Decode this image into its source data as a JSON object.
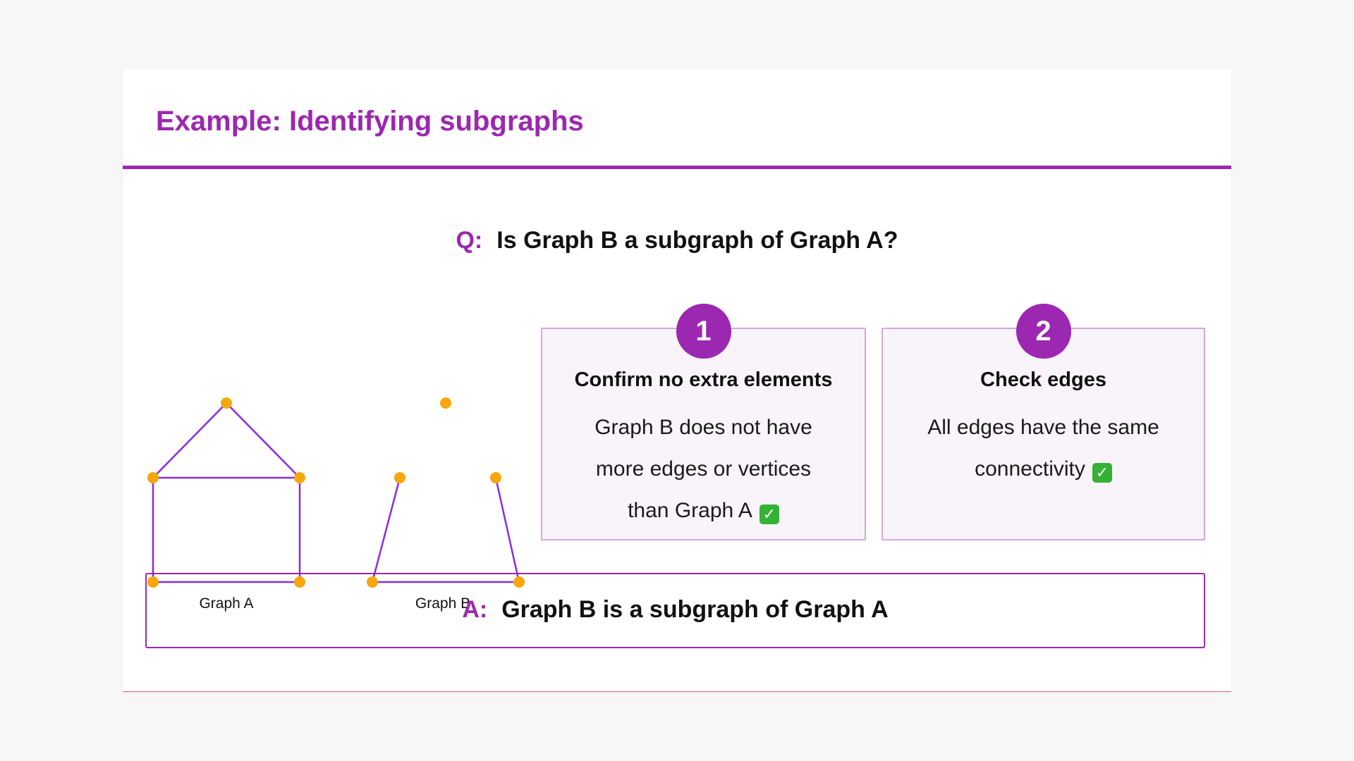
{
  "slide": {
    "title": "Example: Identifying subgraphs"
  },
  "question": {
    "prefix": "Q:",
    "text": "Is Graph B a subgraph of Graph A?"
  },
  "graphs": {
    "graph_a_label": "Graph A",
    "graph_b_label": "Graph B",
    "edge_color": "#8a2be2",
    "vertex_color": "#f6a70b"
  },
  "steps": [
    {
      "number": "1",
      "title": "Confirm no extra elements",
      "lines": [
        "Graph B does not have",
        "more edges or vertices",
        "than Graph A"
      ],
      "check_icon": "check-mark-icon"
    },
    {
      "number": "2",
      "title": "Check edges",
      "lines": [
        "All edges have the same",
        "connectivity"
      ],
      "check_icon": "check-mark-icon"
    }
  ],
  "answer": {
    "prefix": "A:",
    "text": "Graph B is a subgraph of Graph A"
  },
  "colors": {
    "accent": "#9c27b0",
    "card_background": "#f9f3fa",
    "card_border": "#d7a6dc"
  }
}
